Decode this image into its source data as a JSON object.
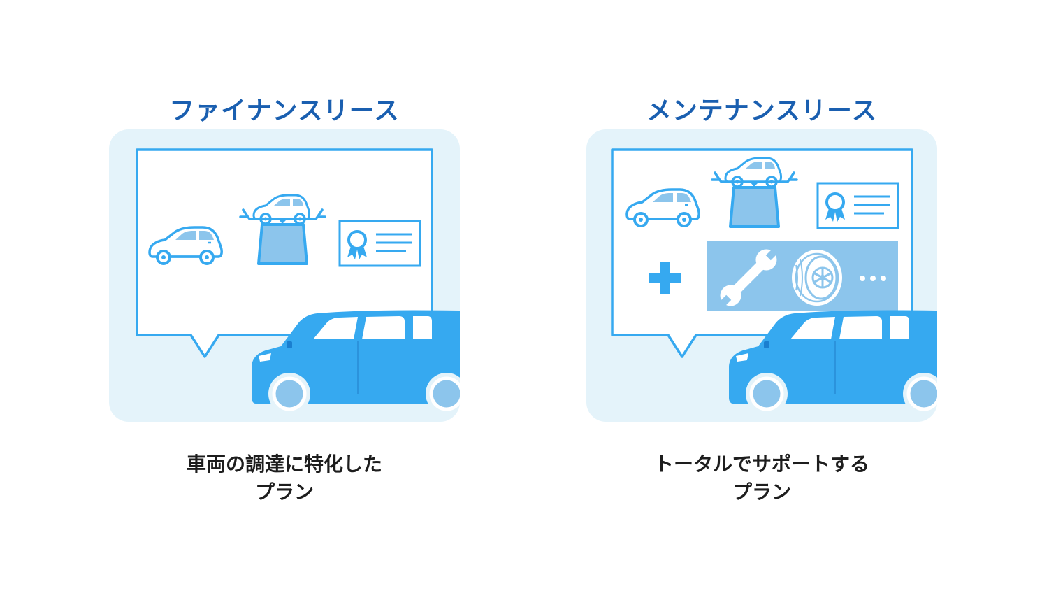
{
  "plans": [
    {
      "title": "ファイナンスリース",
      "description_line1": "車両の調達に特化した",
      "description_line2": "プラン"
    },
    {
      "title": "メンテナンスリース",
      "description_line1": "トータルでサポートする",
      "description_line2": "プラン"
    }
  ],
  "colors": {
    "title": "#1a5fb0",
    "panel_bg": "#e4f3fa",
    "accent_blue": "#36a9f0",
    "light_blue": "#8cc5ec",
    "text": "#1d1d1d"
  }
}
